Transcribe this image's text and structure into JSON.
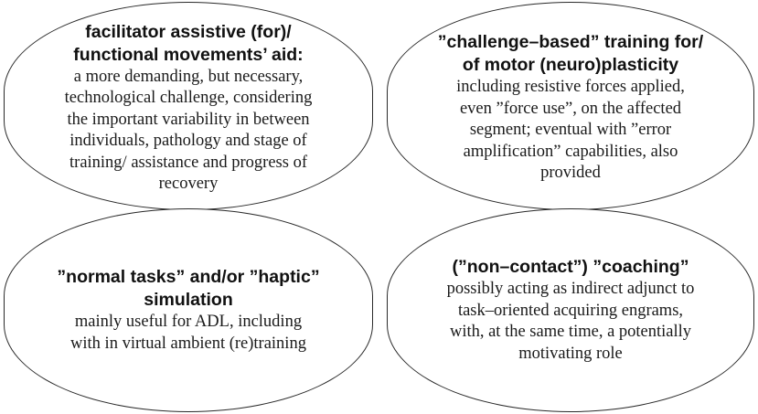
{
  "boxes": [
    {
      "title_lines": [
        "facilitator assistive (for)/",
        "functional movements’ aid:"
      ],
      "body_lines": [
        "a more demanding, but necessary,",
        "technological challenge, considering",
        "the important variability in between",
        "individuals, pathology and stage of",
        "training/ assistance and progress of",
        "recovery"
      ]
    },
    {
      "title_lines": [
        "”challenge–based” training for/",
        "of motor (neuro)plasticity"
      ],
      "body_lines": [
        "including resistive forces applied,",
        "even ”force use”, on the affected",
        "segment; eventual with ”error",
        "amplification” capabilities, also",
        "provided"
      ]
    },
    {
      "title_lines": [
        "”normal tasks” and/or ”haptic”",
        "simulation"
      ],
      "body_lines": [
        "mainly useful for ADL, including",
        "with in virtual ambient (re)training"
      ]
    },
    {
      "title_lines": [
        "(”non–contact”) ”coaching”"
      ],
      "body_lines": [
        "possibly acting as indirect adjunct to",
        "task–oriented acquiring engrams,",
        "with, at the same time, a potentially",
        "motivating role"
      ]
    }
  ]
}
